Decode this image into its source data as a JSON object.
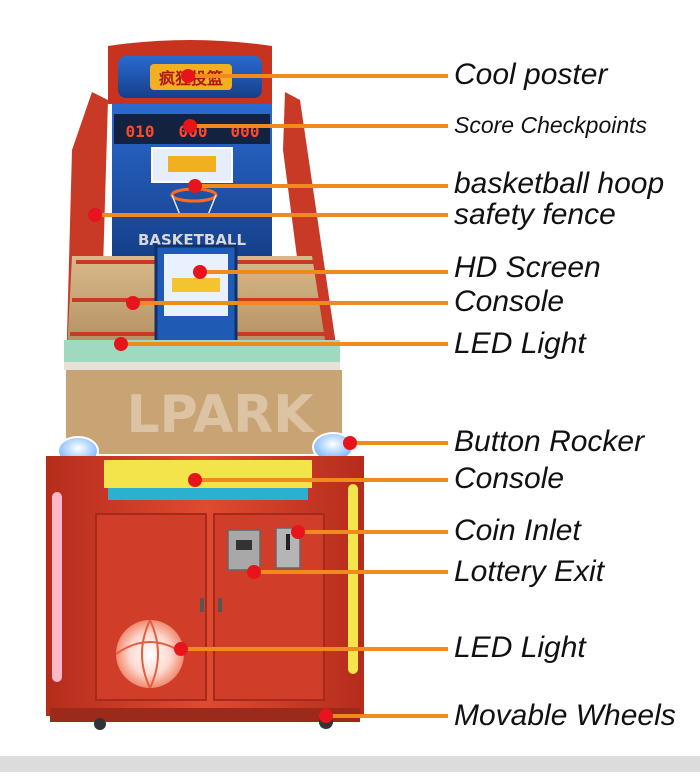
{
  "callouts": [
    {
      "id": "cool-poster",
      "label": "Cool poster"
    },
    {
      "id": "score-checkpoints",
      "label": "Score Checkpoints"
    },
    {
      "id": "basketball-hoop",
      "label": "basketball hoop"
    },
    {
      "id": "safety-fence",
      "label": "safety fence"
    },
    {
      "id": "hd-screen",
      "label": "HD Screen"
    },
    {
      "id": "console-upper",
      "label": "Console"
    },
    {
      "id": "led-light-upper",
      "label": "LED Light"
    },
    {
      "id": "button-rocker",
      "label": "Button Rocker"
    },
    {
      "id": "console-lower",
      "label": "Console"
    },
    {
      "id": "coin-inlet",
      "label": "Coin Inlet"
    },
    {
      "id": "lottery-exit",
      "label": "Lottery Exit"
    },
    {
      "id": "led-light-lower",
      "label": "LED Light"
    },
    {
      "id": "movable-wheels",
      "label": "Movable Wheels"
    }
  ],
  "machine": {
    "score_digits": [
      "010",
      "000",
      "000"
    ],
    "watermark": "LPARK",
    "poster_text": "疯狂投篮",
    "backboard_text": "BASKETBALL"
  },
  "colors": {
    "cabinet_red": "#d8432c",
    "leader_orange": "#f08a1c",
    "dot_red": "#e8141c",
    "panel_blue": "#1f5bb5",
    "led_yellow": "#f2e64a"
  }
}
